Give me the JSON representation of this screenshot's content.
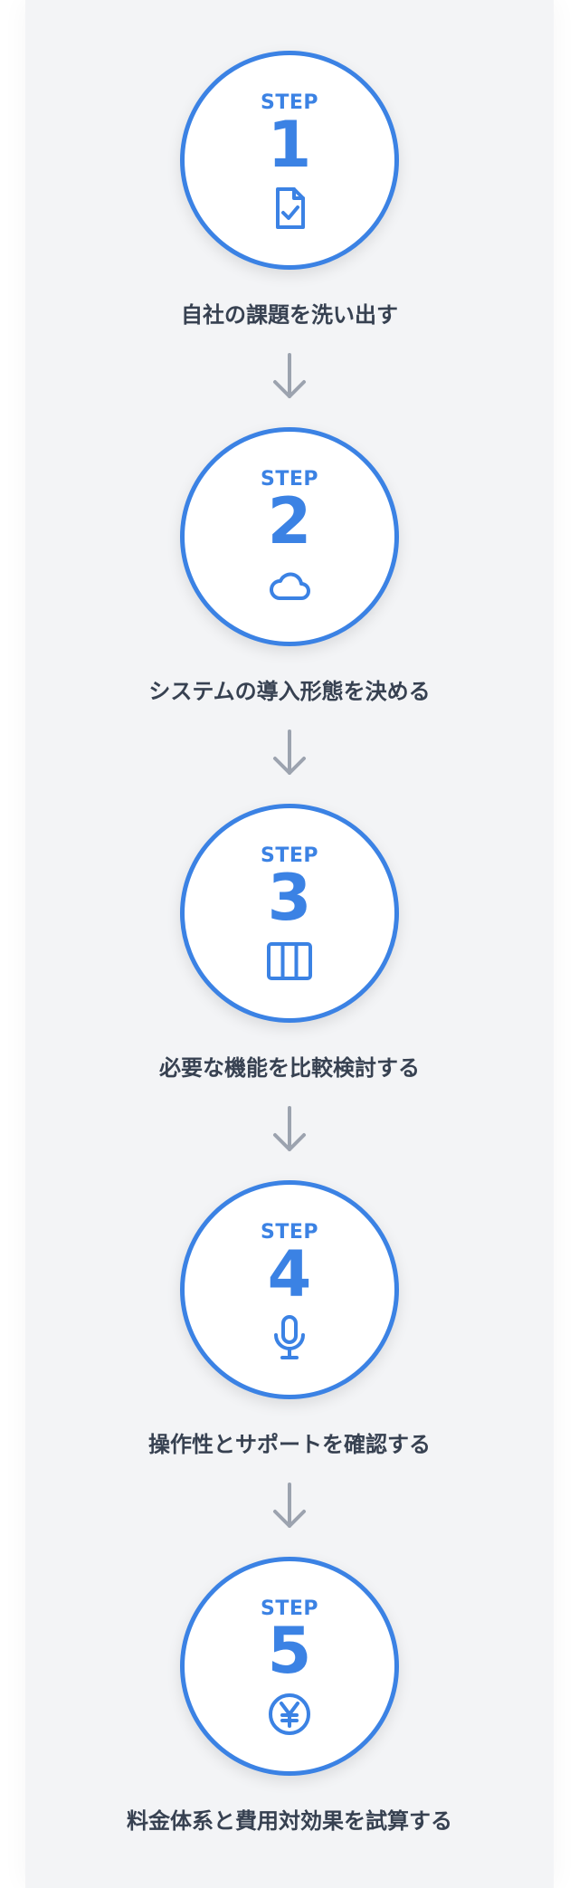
{
  "colors": {
    "accent": "#3b82e4",
    "background": "#f3f4f6",
    "text": "#374151",
    "arrow": "#9ca3af"
  },
  "steps": [
    {
      "step_word": "STEP",
      "number": "1",
      "icon": "document-check-icon",
      "label": "自社の課題を洗い出す"
    },
    {
      "step_word": "STEP",
      "number": "2",
      "icon": "cloud-icon",
      "label": "システムの導入形態を決める"
    },
    {
      "step_word": "STEP",
      "number": "3",
      "icon": "columns-icon",
      "label": "必要な機能を比較検討する"
    },
    {
      "step_word": "STEP",
      "number": "4",
      "icon": "microphone-icon",
      "label": "操作性とサポートを確認する"
    },
    {
      "step_word": "STEP",
      "number": "5",
      "icon": "yen-icon",
      "label": "料金体系と費用対効果を試算する"
    }
  ]
}
